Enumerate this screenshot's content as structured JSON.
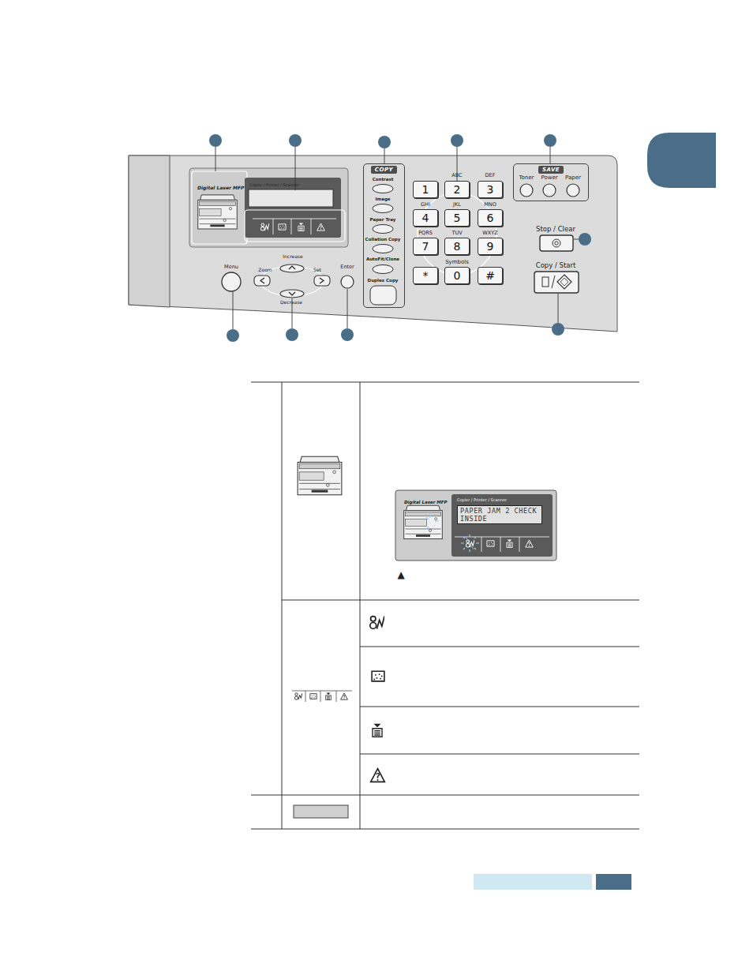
{
  "diagram": {
    "nodes": [
      {
        "text": [
          "COPY"
        ]
      },
      {
        "text": [
          "SAVE"
        ]
      },
      {
        "text": [
          "Copier / Printer / Scanner",
          "PAPER JAM 2 CHECK INSIDE"
        ]
      },
      {
        "text": [
          "1"
        ]
      },
      {
        "text": [
          "2"
        ]
      },
      {
        "text": [
          "3"
        ]
      },
      {
        "text": [
          "4"
        ]
      },
      {
        "text": [
          "5"
        ]
      },
      {
        "text": [
          "6"
        ]
      },
      {
        "text": [
          "7"
        ]
      },
      {
        "text": [
          "8"
        ]
      },
      {
        "text": [
          "9"
        ]
      },
      {
        "text": [
          "*"
        ]
      },
      {
        "text": [
          "0"
        ]
      },
      {
        "text": [
          "#"
        ]
      }
    ],
    "labels": [
      "Digital Laser MFP",
      "Copier / Printer / Scanner",
      "Contrast",
      "Image",
      "Paper Tray",
      "Collation Copy",
      "AutoFit/Clone",
      "Duplex Copy",
      "ABC",
      "DEF",
      "GHI",
      "JKL",
      "MNO",
      "PQRS",
      "TUV",
      "WXYZ",
      "Symbols",
      "Toner",
      "Power",
      "Paper",
      "Stop / Clear",
      "Copy / Start",
      "Menu",
      "Increase",
      "Zoom",
      "Set",
      "Decrease",
      "Enter",
      "Digital Laser MFP",
      "▲"
    ]
  }
}
